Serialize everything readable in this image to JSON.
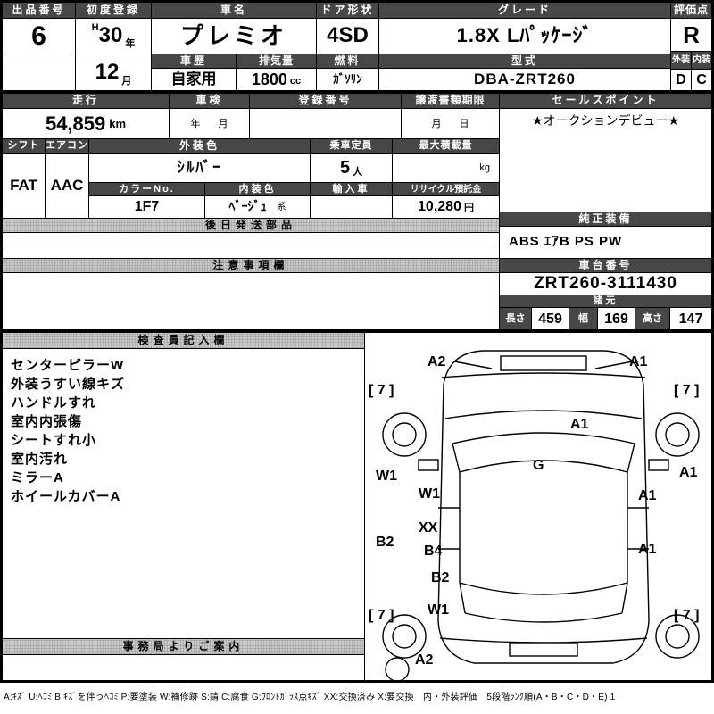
{
  "top": {
    "auction_no_label": "出品番号",
    "auction_no": "6",
    "first_reg_label": "初度登録",
    "era": "H",
    "reg_year": "30",
    "year_suffix": "年",
    "reg_month": "12",
    "month_suffix": "月",
    "car_name_label": "車名",
    "car_name": "プレミオ",
    "door_label": "ドア形状",
    "door": "4SD",
    "grade_label": "グレード",
    "grade": "1.8X Lﾊﾟｯｹｰｼﾞ",
    "score_label": "評価点",
    "score": "R",
    "history_label": "車歴",
    "history": "自家用",
    "disp_label": "排気量",
    "disp": "1800",
    "disp_unit": "cc",
    "fuel_label": "燃料",
    "fuel": "ｶﾞｿﾘﾝ",
    "model_label": "型式",
    "model": "DBA-ZRT260",
    "ext_label": "外装",
    "ext_score": "D",
    "int_label": "内装",
    "int_score": "C"
  },
  "mid": {
    "mileage_label": "走行",
    "mileage": "54,859",
    "mileage_unit": "km",
    "inspection_label": "車検",
    "inspection_year_ph": "年",
    "inspection_month_ph": "月",
    "regno_label": "登録番号",
    "transfer_label": "譲渡書類期限",
    "transfer_month_ph": "月",
    "transfer_day_ph": "日",
    "sales_label": "セールスポイント",
    "sales_point": "★オークションデビュー★",
    "shift_label": "シフト",
    "shift": "FAT",
    "aircon_label": "エアコン",
    "aircon": "AAC",
    "ext_color_label": "外装色",
    "ext_color": "ｼﾙﾊﾞｰ",
    "capacity_label": "乗車定員",
    "capacity": "5",
    "capacity_unit": "人",
    "max_load_label": "最大積載量",
    "max_load_unit": "kg",
    "color_no_label": "カラーNo.",
    "color_no": "1F7",
    "int_color_label": "内装色",
    "int_color": "ﾍﾞｰｼﾞｭ",
    "int_color_suffix": "系",
    "import_label": "輸入車",
    "recycle_label": "リサイクル預託金",
    "recycle": "10,280",
    "recycle_unit": "円",
    "later_parts_label": "後日発送部品",
    "equip_label": "純正装備",
    "equipment": "ABS ｴｱB PS PW",
    "notes_label": "注意事項欄",
    "chassis_label": "車台番号",
    "chassis_no": "ZRT260-3111430",
    "spec_label": "諸元",
    "length_label": "長さ",
    "length": "459",
    "width_label": "幅",
    "width": "169",
    "height_label": "高さ",
    "height": "147"
  },
  "inspector": {
    "label": "検査員記入欄",
    "items": [
      "センターピラーW",
      "外装うすい線キズ",
      "ハンドルすれ",
      "室内内張傷",
      "シートすれ小",
      "室内汚れ",
      "ミラーA",
      "ホイールカバーA"
    ],
    "office_label": "事務局よりご案内"
  },
  "diagram": {
    "labels": [
      "A2",
      "A1",
      "[ 7 ]",
      "[ 7 ]",
      "A1",
      "W1",
      "G",
      "A1",
      "W1",
      "A1",
      "XX",
      "B2",
      "B4",
      "A1",
      "B2",
      "W1",
      "[ 7 ]",
      "[ 7 ]",
      "A2"
    ]
  },
  "legend": "A:ｷｽﾞ U:ﾍｺﾐ B:ｷｽﾞを伴うﾍｺﾐ P:要塗装 W:補修跡 S:錆 C:腐食 G:ﾌﾛﾝﾄｶﾞﾗｽ点ｷｽﾞ XX:交換済み X:要交換　内・外装評価　5段階ﾗﾝｸ順(A・B・C・D・E) 1"
}
